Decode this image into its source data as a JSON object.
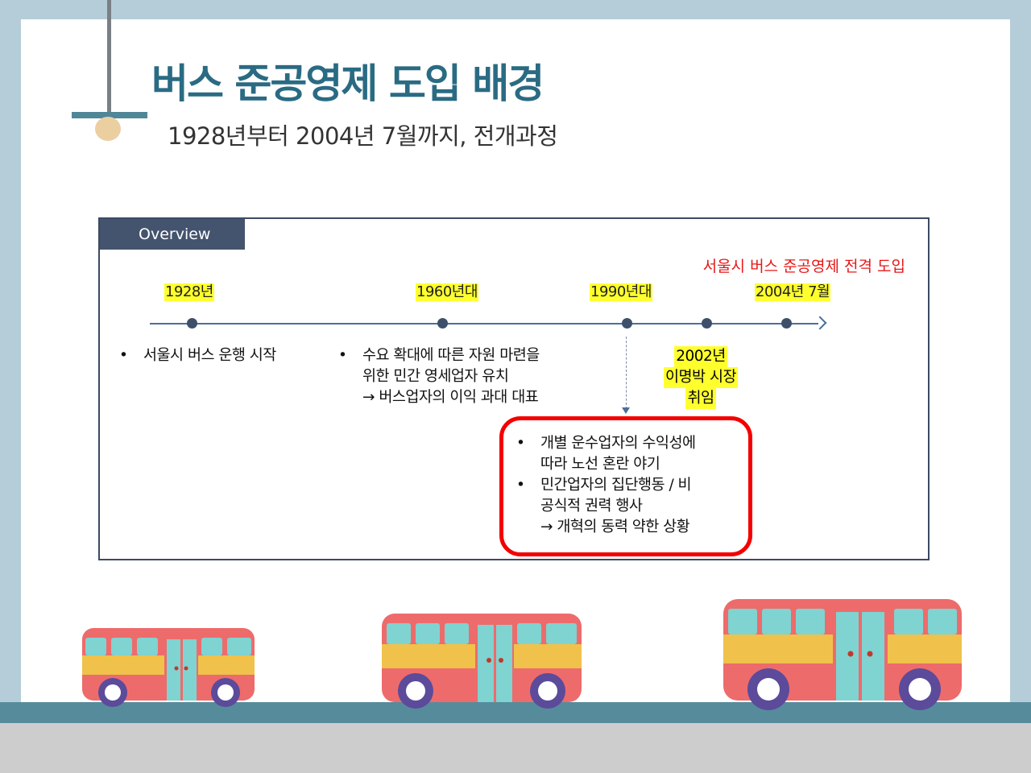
{
  "title": "버스 준공영제 도입 배경",
  "subtitle": "1928년부터 2004년 7월까지, 전개과정",
  "overview": {
    "tab_label": "Overview",
    "red_note": "서울시 버스 준공영제 전격 도입",
    "timeline": {
      "labels": [
        "1928년",
        "1960년대",
        "1990년대",
        "2004년 7월"
      ],
      "event_2002": [
        "2002년",
        "이명박 시장",
        "취임"
      ]
    },
    "col1": [
      "서울시 버스 운행 시작"
    ],
    "col2": {
      "line1": "수요 확대에 따른 자원 마련을",
      "line2": "위한 민간 영세업자 유치",
      "line3": "→ 버스업자의 이익 과대 대표"
    },
    "red_box": {
      "b1_line1": "개별 운수업자의 수익성에",
      "b1_line2": "따라 노선 혼란 야기",
      "b2_line1": "민간업자의 집단행동 / 비",
      "b2_line2": "공식적 권력 행사",
      "b2_line3": "→ 개혁의 동력 약한 상황"
    }
  },
  "colors": {
    "title": "#2a6b83",
    "highlight": "#ffff2e",
    "red": "#e51818",
    "tab": "#44546e",
    "bus_body": "#ee6b6b",
    "bus_window": "#7fd3d1",
    "bus_stripe": "#f0c14b",
    "bus_wheel": "#5b4b9a"
  }
}
